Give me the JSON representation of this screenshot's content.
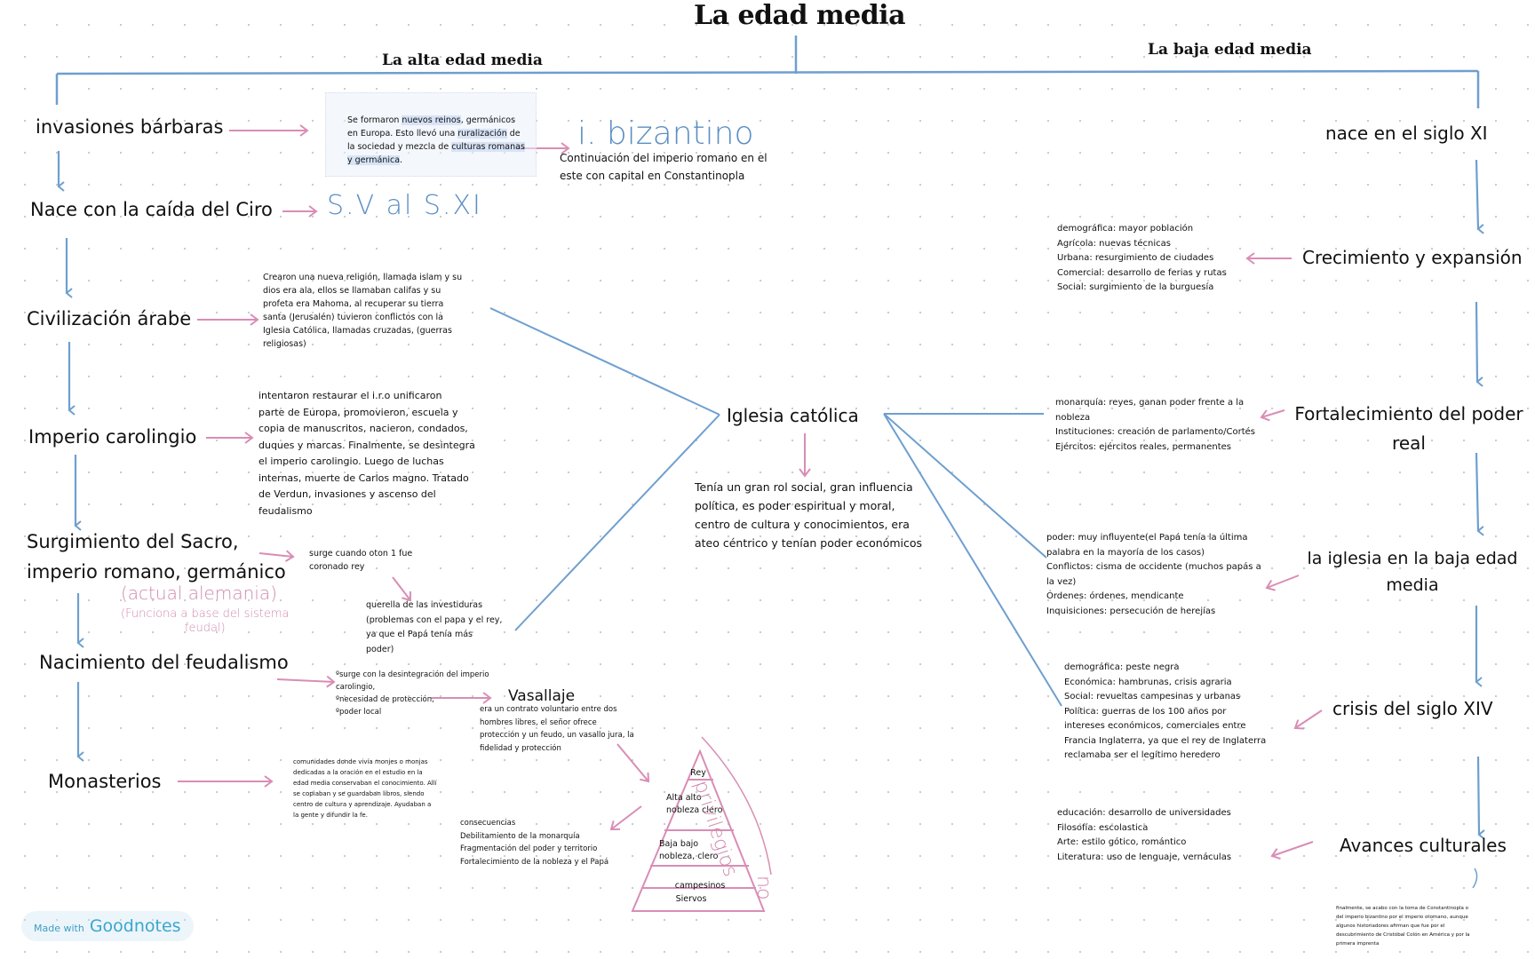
{
  "title": "La edad media",
  "periods": {
    "alta": "La alta edad media",
    "baja": "La baja edad media"
  },
  "alta_nodes": {
    "invasiones": "invasiones bárbaras",
    "nace": "Nace con la caída del Ciro",
    "arabe": "Civilización árabe",
    "carolingio": "Imperio carolingio",
    "sacro_1": "Surgimiento del Sacro,",
    "sacro_2": "imperio romano, germánico",
    "feudalismo": "Nacimiento del feudalismo",
    "monasterios": "Monasterios"
  },
  "alta_notes": {
    "invasiones": {
      "p1": "Se formaron ",
      "h1": "nuevos reinos",
      "p2": ", germánicos en Europa. Esto llevó una ",
      "h2": "ruralización",
      "p3": " de la sociedad y mezcla de ",
      "h3": "culturas romanas y germánica",
      "p4": "."
    },
    "bizantino_hand": "i. bizantino",
    "bizantino": "Continuación del imperio romano en el\neste con capital en Constantinopla",
    "siglos_hand": "S.V  al  S.XI",
    "arabe": "Crearon una nueva religión, llamada islam y su\ndios era ala, ellos se llamaban califas y su\nprofeta era Mahoma, al recuperar su tierra\nsanta (Jerusalén) tuvieron conflictos con la\nIglesia Católica, llamadas cruzadas, (guerras\nreligiosas)",
    "carolingio": " intentaron restaurar el i.r.o unificaron\nparte de Europa, promovieron, escuela y\ncopia de manuscritos, nacieron, condados,\nduques y marcas. Finalmente, se desintegra\nel imperio carolingio. Luego de luchas\ninternas, muerte de Carlos magno. Tratado\nde Verdun, invasiones y ascenso del\nfeudalismo",
    "oton": "surge cuando oton 1 fue\ncoronado rey",
    "alemania_hand": "(actual alemania)",
    "funciona_hand": "(Funciona a base del sistema\nfeudal)",
    "querella": "querella de las investiduras\n(problemas con el papa y el rey,\nya que el Papá tenía más\npoder)",
    "feudalismo": "ºsurge con la desintegración del imperio\ncarolingio,\nºnecesidad de protección,\nºpoder local",
    "vasallaje_title": "Vasallaje",
    "vasallaje": "era un contrato voluntario entre dos\nhombres libres, el señor ofrece\nprotección y un feudo, un vasallo jura, la\nfidelidad y protección",
    "monasterios": "comunidades donde vivía monjes o monjas\ndedicadas a la oración en el estudio en la\nedad media conservaban el conocimiento. Allí\nse copiaban y se guardaban libros, siendo\ncentro de cultura y aprendizaje. Ayudaban a\nla gente y difundir la fe.",
    "consecuencias": "consecuencias\nDebilitamiento de la monarquía\nFragmentación del poder y territorio\nFortalecimiento de la nobleza y el Papá"
  },
  "pyramid": {
    "rey": "Rey",
    "alta": "Alta   alto\nnobleza clero",
    "baja": "Baja      bajo\nnobleza, clero",
    "campesinos": "campesinos",
    "siervos": "Siervos",
    "privilegios_hand": "privilegios",
    "no_hand": "no"
  },
  "iglesia": {
    "title": "Iglesia católica",
    "text": "Tenía un gran rol social, gran influencia\npolítica, es poder espiritual y moral,\ncentro de cultura y conocimientos, era\nateo céntrico y tenían poder económicos"
  },
  "baja_nodes": {
    "siglo": "nace en el siglo XI",
    "crecimiento": "Crecimiento y expansión",
    "fortalecimiento": "Fortalecimiento del poder real",
    "iglesia": "la iglesia en la baja edad media",
    "crisis": "crisis del siglo XIV",
    "avances": "Avances culturales"
  },
  "baja_notes": {
    "crecimiento": "demográfica: mayor población\nAgrícola: nuevas técnicas\nUrbana: resurgimiento de ciudades\nComercial: desarrollo de ferias y rutas\nSocial: surgimiento de la burguesía",
    "fortalecimiento": "monarquía: reyes, ganan poder frente a la\nnobleza\nInstituciones: creación de parlamento/Cortés\nEjércitos: ejércitos reales, permanentes",
    "iglesia": "poder: muy influyente(el Papá  tenía la última\npalabra en la mayoría de los casos)\nConflictos: cisma de occidente (muchos papás a\nla vez)\nÓrdenes: órdenes, mendicante\nInquisiciones: persecución de herejías",
    "crisis": "demográfica: peste negra\nEconómica: hambrunas, crisis agraria\nSocial: revueltas campesinas y urbanas\nPolítica: guerras de los 100 años   por\nintereses económicos, comerciales entre\nFrancia Inglaterra, ya que el rey de Inglaterra\nreclamaba ser el legítimo heredero",
    "avances": " educación: desarrollo de universidades\nFilosofía: escolastica\nArte: estilo gótico, romántico\nLiteratura: uso de lenguaje, vernáculas",
    "final": "finalmente, se acabo con la toma de Constantinopla o\ndel imperio bizantino por el imperio otomano, aunque\nalgunos historiadores afirman que fue por el\ndescubrimiento de Cristóbal Colón en América y por la\nprimera imprenta"
  },
  "badge": {
    "made_with": "Made with",
    "brand": "Goodnotes"
  },
  "colors": {
    "blue_line": "#6e9fcf",
    "pink_arrow": "#d98db5",
    "hand_blue": "#5b8fc4",
    "pink_hand": "#d08aaf"
  }
}
